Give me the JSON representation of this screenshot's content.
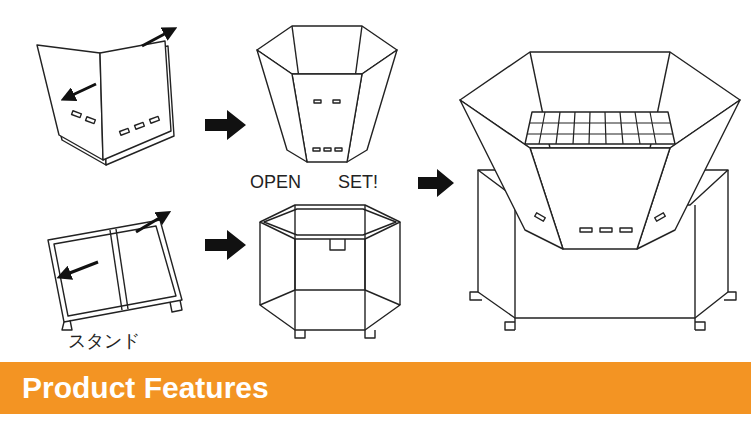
{
  "diagram": {
    "nodes": [
      {
        "text": [
          "Product Features"
        ]
      }
    ],
    "labels": [
      "OPEN",
      "SET!",
      "スタンド"
    ]
  }
}
